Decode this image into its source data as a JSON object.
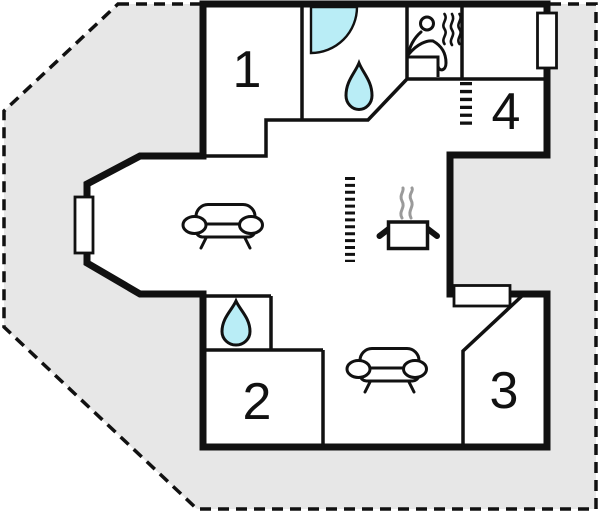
{
  "floorplan": {
    "rooms": [
      {
        "id": "room-1",
        "label": "1"
      },
      {
        "id": "room-2",
        "label": "2"
      },
      {
        "id": "room-3",
        "label": "3"
      },
      {
        "id": "room-4",
        "label": "4"
      }
    ],
    "icons": [
      "corner-shower-icon",
      "water-drop-icon",
      "water-drop-icon",
      "sauna-person-icon",
      "sofa-icon",
      "sofa-icon",
      "stove-pot-icon",
      "ladder-marker",
      "ladder-marker",
      "window-marker",
      "window-marker",
      "window-marker"
    ],
    "colors": {
      "water_accent": "#b9edf6",
      "plot_fill": "#e7e7e7",
      "wall": "#111111",
      "steam": "#9a9a9a",
      "floor": "#ffffff"
    }
  }
}
